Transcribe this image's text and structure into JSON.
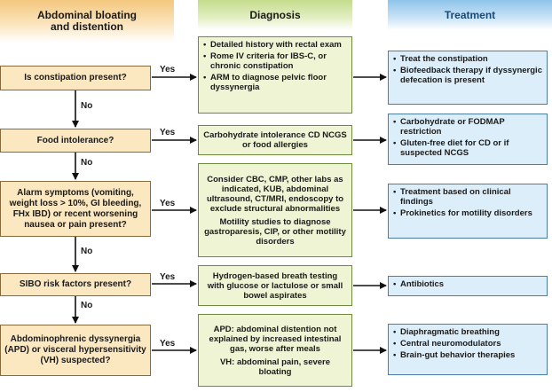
{
  "headers": {
    "left": "Abdominal bloating and distention",
    "middle": "Diagnosis",
    "right": "Treatment"
  },
  "rows": [
    {
      "question": "Is constipation present?",
      "yes": "Yes",
      "no": "No",
      "diagnosis": [
        "Detailed history with rectal exam",
        "Rome IV criteria for IBS-C, or chronic constipation",
        "ARM to diagnose pelvic floor dyssynergia"
      ],
      "treatment": [
        "Treat the constipation",
        "Biofeedback therapy if dyssynergic defecation is present"
      ]
    },
    {
      "question": "Food intolerance?",
      "yes": "Yes",
      "no": "No",
      "diagnosis_text": [
        "Carbohydrate intolerance CD NCGS or food allergies"
      ],
      "treatment": [
        "Carbohydrate or FODMAP restriction",
        "Gluten-free diet for CD or if suspected NCGS"
      ]
    },
    {
      "question": "Alarm symptoms (vomiting, weight loss > 10%, GI bleeding, FHx IBD) or recent worsening nausea or pain present?",
      "yes": "Yes",
      "no": "No",
      "diagnosis_text": [
        "Consider CBC, CMP, other labs as indicated, KUB, abdominal ultrasound, CT/MRI, endoscopy to exclude structural abnormalities",
        "Motility studies to diagnose gastroparesis, CIP, or other motility disorders"
      ],
      "treatment": [
        "Treatment based on clinical findings",
        "Prokinetics for motility disorders"
      ]
    },
    {
      "question": "SIBO risk factors present?",
      "yes": "Yes",
      "no": "No",
      "diagnosis_text": [
        "Hydrogen-based breath testing with glucose or lactulose or small bowel aspirates"
      ],
      "treatment": [
        "Antibiotics"
      ]
    },
    {
      "question": "Abdominophrenic dyssynergia (APD) or visceral hypersensitivity (VH) suspected?",
      "yes": "Yes",
      "diagnosis_text": [
        "APD: abdominal distention not explained by increased intestinal gas, worse after meals",
        "VH: abdominal pain, severe bloating"
      ],
      "treatment": [
        "Diaphragmatic breathing",
        "Central neuromodulators",
        "Brain-gut behavior therapies"
      ]
    }
  ]
}
